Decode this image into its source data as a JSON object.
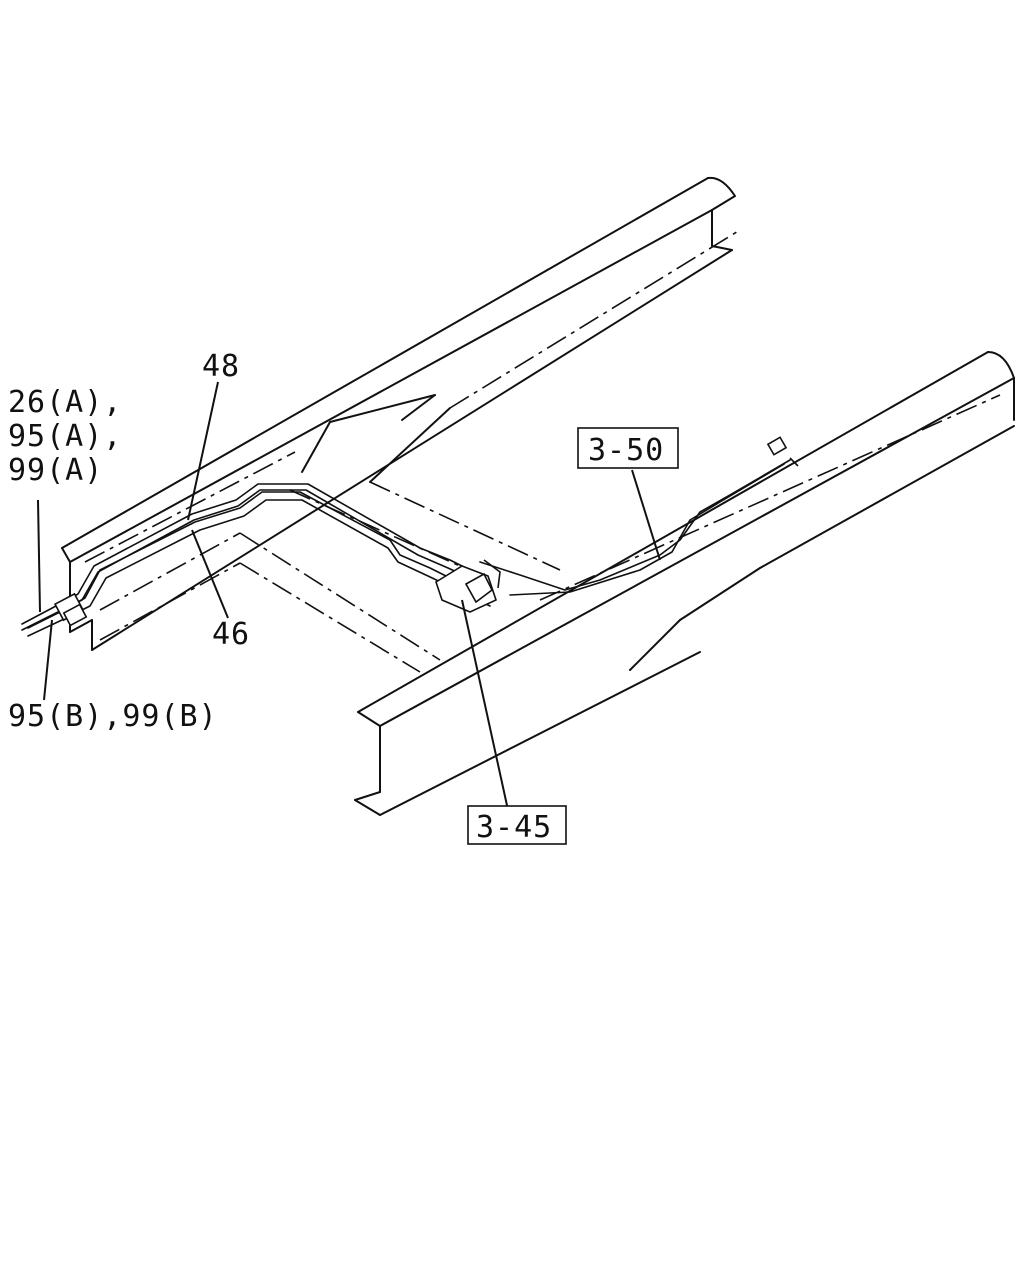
{
  "callouts": {
    "left_group_a": [
      "26(A),",
      "95(A),",
      "99(A)"
    ],
    "left_group_b": "95(B),99(B)",
    "part_48": "48",
    "part_46": "46",
    "ref_3_50": "3-50",
    "ref_3_45": "3-45"
  }
}
